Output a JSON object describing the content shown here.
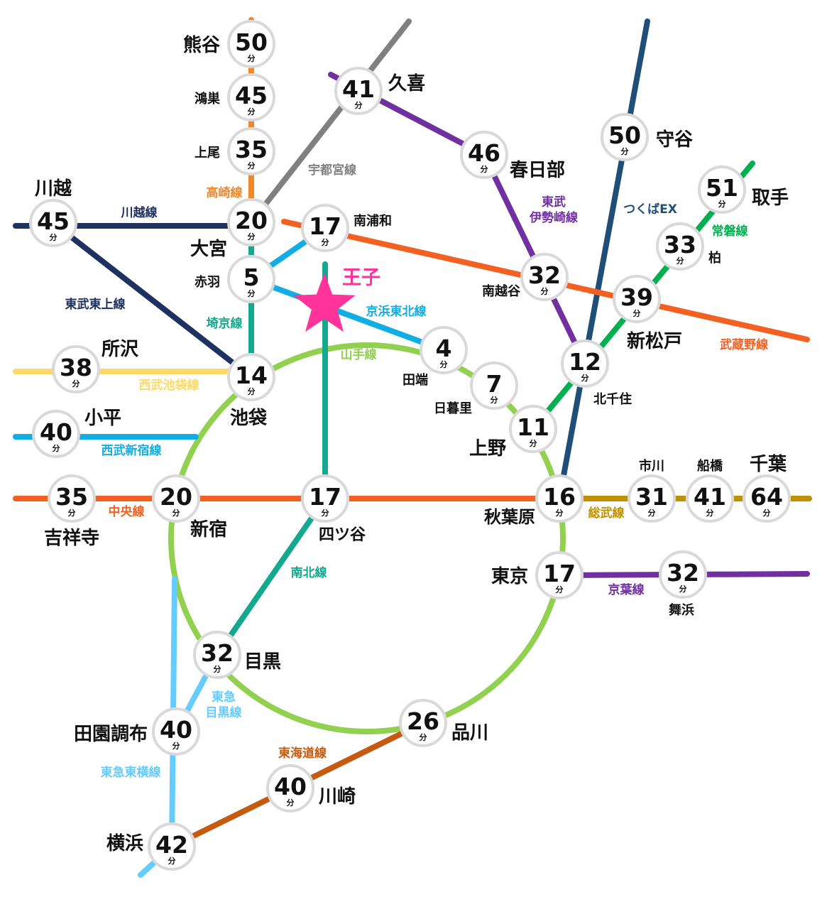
{
  "origin": {
    "name": "王子",
    "color": "#ff3399"
  },
  "unit": "分",
  "lines": [
    {
      "id": "takasaki",
      "name": "高崎線",
      "color": "#f0882a"
    },
    {
      "id": "utsunomiya",
      "name": "宇都宮線",
      "color": "#808080"
    },
    {
      "id": "kawagoe",
      "name": "川越線",
      "color": "#1f3160"
    },
    {
      "id": "tobutojo",
      "name": "東武東上線",
      "color": "#1f3160"
    },
    {
      "id": "saikyo",
      "name": "埼京線",
      "color": "#14a88f"
    },
    {
      "id": "keihin",
      "name": "京浜東北線",
      "color": "#12aee3"
    },
    {
      "id": "yamanote",
      "name": "山手線",
      "color": "#92d050"
    },
    {
      "id": "tobuisesaki",
      "name": "東武\n伊勢崎線",
      "color": "#7030a0"
    },
    {
      "id": "tsukuba",
      "name": "つくばEX",
      "color": "#1f4e79"
    },
    {
      "id": "joban",
      "name": "常磐線",
      "color": "#00b050"
    },
    {
      "id": "musashino",
      "name": "武蔵野線",
      "color": "#f26022"
    },
    {
      "id": "seibuike",
      "name": "西武池袋線",
      "color": "#ffd966"
    },
    {
      "id": "seibushinjuku",
      "name": "西武新宿線",
      "color": "#12aee3"
    },
    {
      "id": "chuo",
      "name": "中央線",
      "color": "#f26022"
    },
    {
      "id": "sobu",
      "name": "総武線",
      "color": "#bf9000"
    },
    {
      "id": "nanboku",
      "name": "南北線",
      "color": "#14a88f"
    },
    {
      "id": "keiyo",
      "name": "京葉線",
      "color": "#7030a0"
    },
    {
      "id": "tokyumeguro",
      "name": "東急\n目黒線",
      "color": "#66ccff"
    },
    {
      "id": "tokyutoyoko",
      "name": "東急東横線",
      "color": "#66ccff"
    },
    {
      "id": "tokaido",
      "name": "東海道線",
      "color": "#c55a11"
    }
  ],
  "stations": [
    {
      "id": "kumagaya",
      "name": "熊谷",
      "minutes": 50
    },
    {
      "id": "konosu",
      "name": "鴻巣",
      "minutes": 45
    },
    {
      "id": "ageo",
      "name": "上尾",
      "minutes": 35
    },
    {
      "id": "omiya",
      "name": "大宮",
      "minutes": 20
    },
    {
      "id": "akabane",
      "name": "赤羽",
      "minutes": 5
    },
    {
      "id": "minamiurawa",
      "name": "南浦和",
      "minutes": 17
    },
    {
      "id": "kuki",
      "name": "久喜",
      "minutes": 41
    },
    {
      "id": "kasukabe",
      "name": "春日部",
      "minutes": 46
    },
    {
      "id": "moriya",
      "name": "守谷",
      "minutes": 50
    },
    {
      "id": "toride",
      "name": "取手",
      "minutes": 51
    },
    {
      "id": "kashiwa",
      "name": "柏",
      "minutes": 33
    },
    {
      "id": "minamikoshigaya",
      "name": "南越谷",
      "minutes": 32
    },
    {
      "id": "shinmatsudo",
      "name": "新松戸",
      "minutes": 39
    },
    {
      "id": "kitasenju",
      "name": "北千住",
      "minutes": 12
    },
    {
      "id": "kawagoe",
      "name": "川越",
      "minutes": 45
    },
    {
      "id": "tokorozawa",
      "name": "所沢",
      "minutes": 38
    },
    {
      "id": "ikebukuro",
      "name": "池袋",
      "minutes": 14
    },
    {
      "id": "kodaira",
      "name": "小平",
      "minutes": 40
    },
    {
      "id": "tabata",
      "name": "田端",
      "minutes": 4
    },
    {
      "id": "nippori",
      "name": "日暮里",
      "minutes": 7
    },
    {
      "id": "ueno",
      "name": "上野",
      "minutes": 11
    },
    {
      "id": "kichijoji",
      "name": "吉祥寺",
      "minutes": 35
    },
    {
      "id": "shinjuku",
      "name": "新宿",
      "minutes": 20
    },
    {
      "id": "yotsuya",
      "name": "四ツ谷",
      "minutes": 17
    },
    {
      "id": "akihabara",
      "name": "秋葉原",
      "minutes": 16
    },
    {
      "id": "ichikawa",
      "name": "市川",
      "minutes": 31
    },
    {
      "id": "funabashi",
      "name": "船橋",
      "minutes": 41
    },
    {
      "id": "chiba",
      "name": "千葉",
      "minutes": 64
    },
    {
      "id": "tokyo",
      "name": "東京",
      "minutes": 17
    },
    {
      "id": "maihama",
      "name": "舞浜",
      "minutes": 32
    },
    {
      "id": "meguro",
      "name": "目黒",
      "minutes": 32
    },
    {
      "id": "denenchofu",
      "name": "田園調布",
      "minutes": 40
    },
    {
      "id": "shinagawa",
      "name": "品川",
      "minutes": 26
    },
    {
      "id": "kawasaki",
      "name": "川崎",
      "minutes": 40
    },
    {
      "id": "yokohama",
      "name": "横浜",
      "minutes": 42
    }
  ]
}
